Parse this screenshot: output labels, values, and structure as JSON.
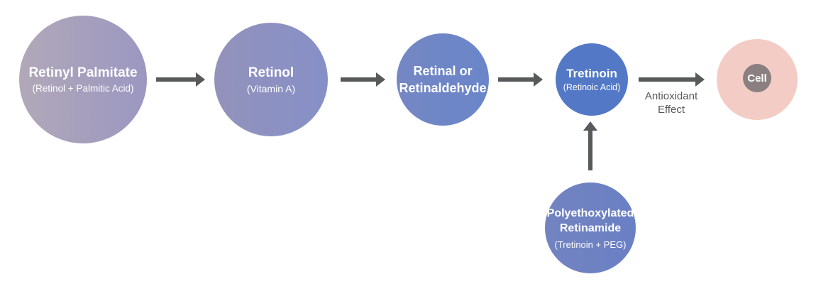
{
  "diagram": {
    "background": "#ffffff",
    "arrow_color": "#58595b",
    "node_text_color": "#ffffff",
    "label_color": "#58585a",
    "nodes": {
      "retinyl_palmitate": {
        "title": "Retinyl Palmitate",
        "subtitle": "(Retinol + Palmitic Acid)",
        "gradient_start": "#b1a8b8",
        "gradient_end": "#9b97c1"
      },
      "retinol": {
        "title": "Retinol",
        "subtitle": "(Vitamin A)",
        "gradient_start": "#9392bb",
        "gradient_end": "#8690c7"
      },
      "retinal": {
        "title_line1": "Retinal or",
        "title_line2": "Retinaldehyde",
        "gradient_start": "#7487c3",
        "gradient_end": "#6a86c9"
      },
      "tretinoin": {
        "title": "Tretinoin",
        "subtitle": "(Retinoic Acid)",
        "fill": "#5379c6"
      },
      "polyethoxylated_retinamide": {
        "title_line1": "Polyethoxylated",
        "title_line2": "Retinamide",
        "subtitle": "(Tretinoin + PEG)",
        "gradient_start": "#7283c0",
        "gradient_end": "#6a80c5"
      },
      "cell": {
        "title": "Cell",
        "outer_fill": "#f3cdc5",
        "inner_fill": "#8b7f81"
      }
    },
    "labels": {
      "antioxidant_line1": "Antioxidant",
      "antioxidant_line2": "Effect"
    }
  }
}
